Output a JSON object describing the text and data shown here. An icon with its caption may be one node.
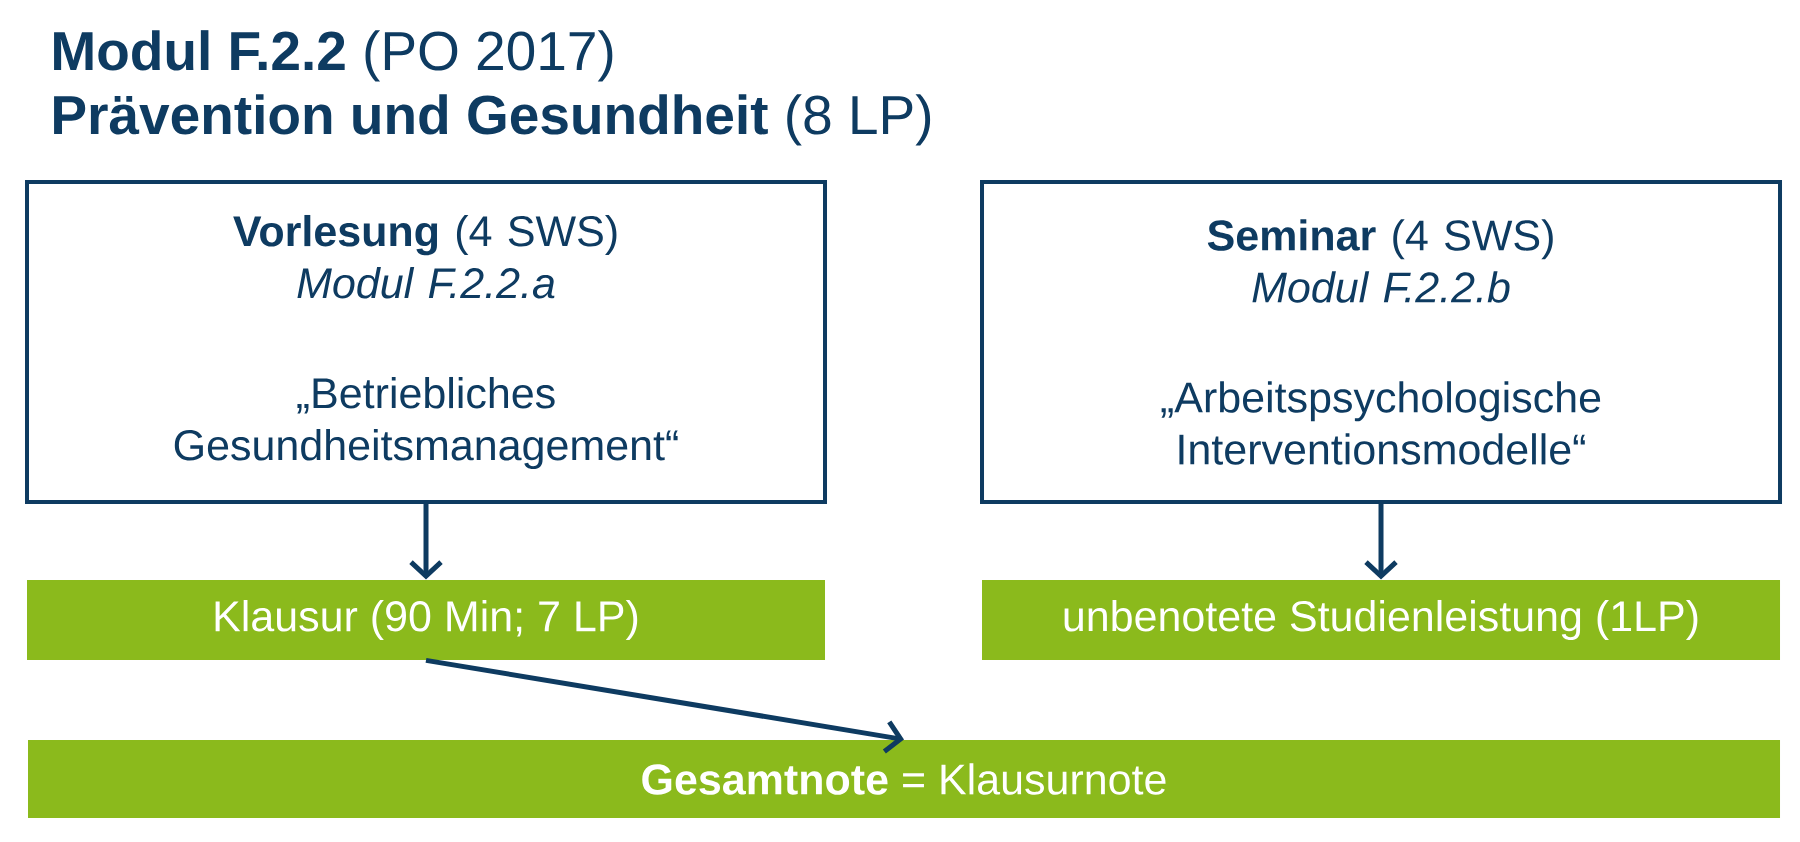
{
  "diagram": {
    "title": "**Modul F.2.2** (PO 2017) **Prävention und Gesundheit** (8 LP)",
    "nodes": [
      {
        "text": [
          "**Vorlesung** (4 SWS)",
          "Modul F.2.2.a",
          "„Betriebliches Gesundheitsmanagement“"
        ]
      },
      {
        "text": [
          "**Seminar** (4 SWS)",
          "Modul F.2.2.b",
          "„Arbeitspsychologische Interventionsmodelle“"
        ]
      },
      {
        "text": [
          "Klausur (90 Min; 7 LP)"
        ]
      },
      {
        "text": [
          "unbenotete Studienleistung (1LP)"
        ]
      },
      {
        "text": [
          "**Gesamtnote** = Klausurnote"
        ]
      }
    ],
    "edges": [
      {
        "from": 0,
        "to": 2,
        "arrow": "to"
      },
      {
        "from": 1,
        "to": 3,
        "arrow": "to"
      },
      {
        "from": 2,
        "to": 4,
        "arrow": "to"
      }
    ]
  }
}
